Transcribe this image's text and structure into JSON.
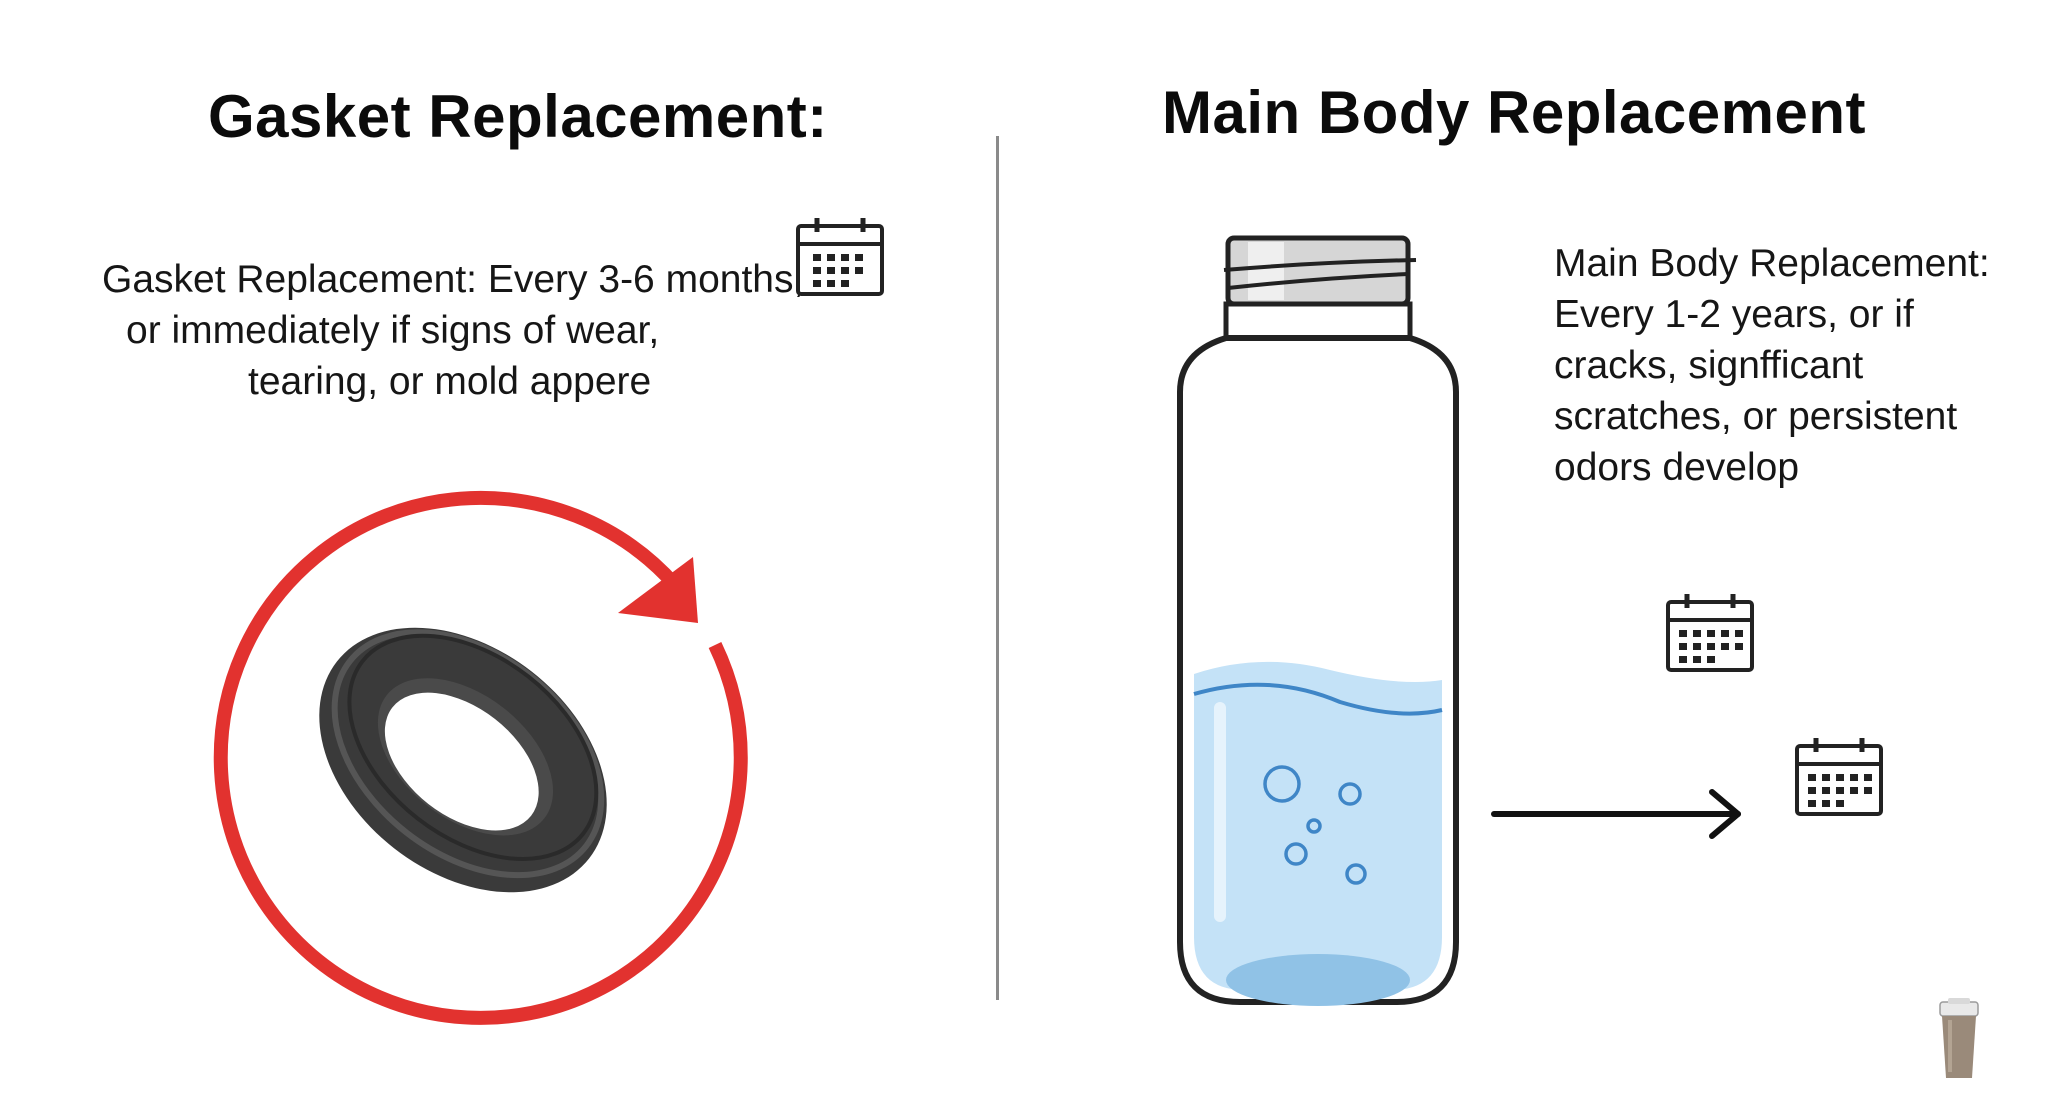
{
  "left": {
    "title": "Gasket Replacement:",
    "description_lines": [
      "Gasket Replacement: Every 3-6 months,",
      "or immediately if signs of wear,",
      "tearing, or mold appere"
    ]
  },
  "right": {
    "title": "Main Body Replacement",
    "description_lines": [
      "Main Body Replacement:",
      "Every 1-2 years, or if",
      "cracks, signfficant",
      "scratches, or persistent",
      "odors develop"
    ]
  },
  "icons": {
    "left_calendar": "calendar-icon",
    "right_calendar_top": "calendar-icon",
    "right_calendar_bottom": "calendar-icon",
    "gasket": "gasket-ring-icon",
    "cycle_arrow": "circular-arrow-icon",
    "bottle": "water-bottle-icon",
    "timeline_arrow": "right-arrow-icon",
    "tumbler": "tumbler-icon"
  },
  "colors": {
    "cycle_arrow": "#e2322f",
    "gasket": "#3c3c3c",
    "water": "#b9dcf4",
    "water_line": "#3f86c7",
    "divider": "#8a8a8a"
  }
}
